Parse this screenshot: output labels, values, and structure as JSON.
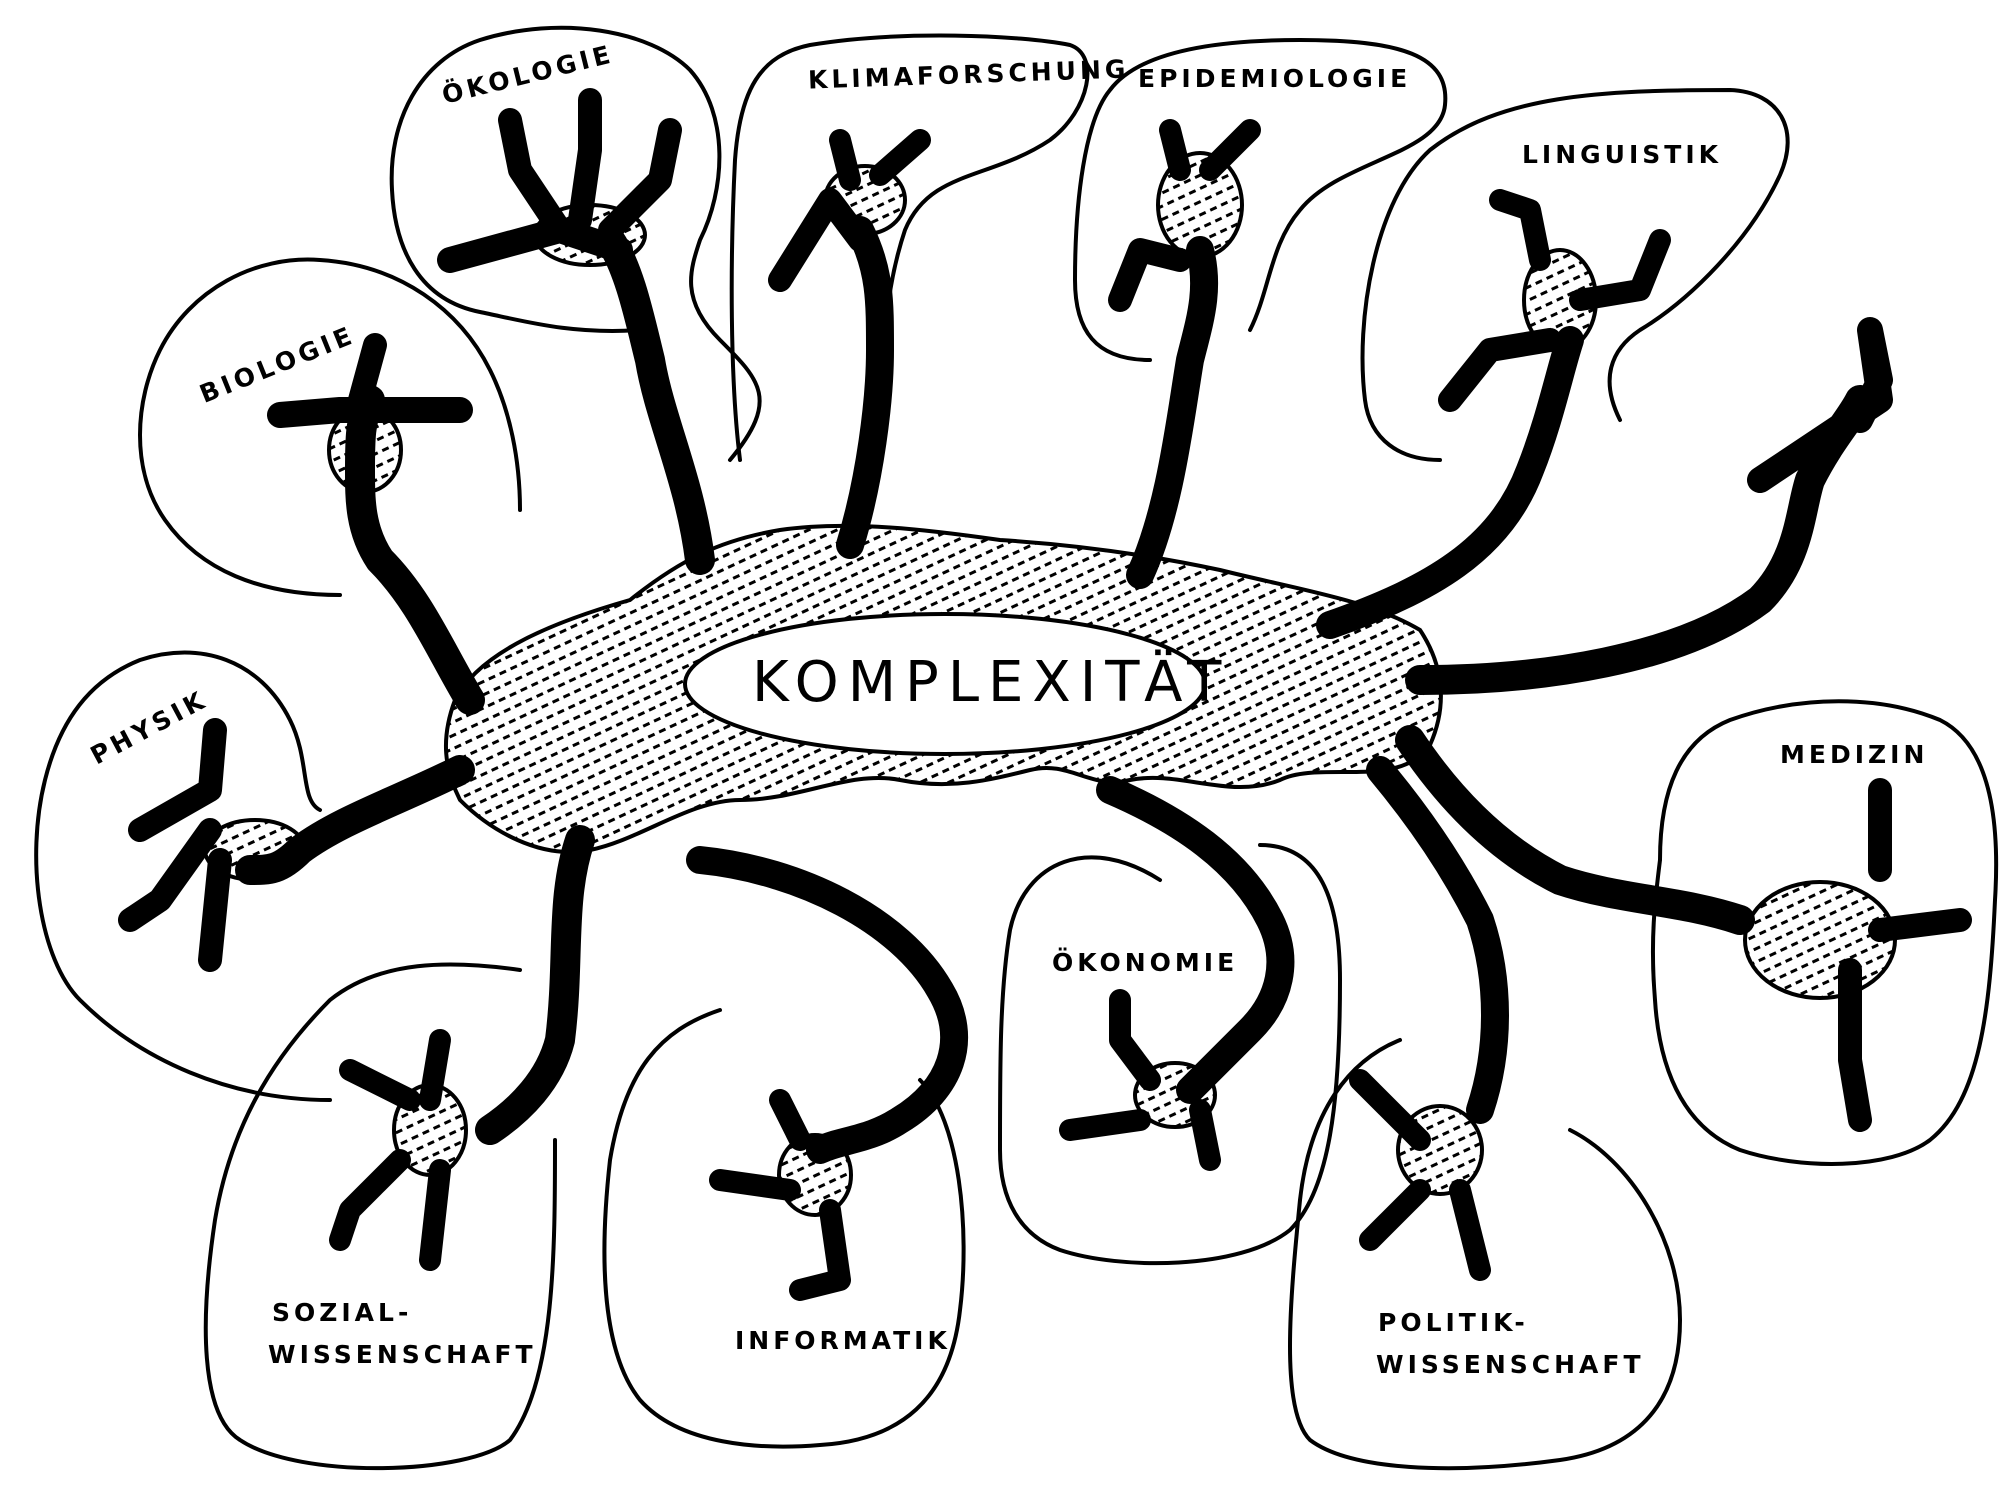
{
  "center": {
    "label": "KOMPLEXITÄT"
  },
  "fields": {
    "oekologie": "ÖKOLOGIE",
    "klimaforschung": "KLIMAFORSCHUNG",
    "epidemiologie": "EPIDEMIOLOGIE",
    "linguistik": "LINGUISTIK",
    "biologie": "BIOLOGIE",
    "physik": "PHYSIK",
    "medizin": "MEDIZIN",
    "oekonomie": "ÖKONOMIE",
    "sozialwissenschaft_1": "SOZIAL-",
    "sozialwissenschaft_2": "WISSENSCHAFT",
    "informatik": "INFORMATIK",
    "politikwissenschaft_1": "POLITIK-",
    "politikwissenschaft_2": "WISSENSCHAFT"
  },
  "colors": {
    "ink": "#000000",
    "paper": "#ffffff"
  }
}
